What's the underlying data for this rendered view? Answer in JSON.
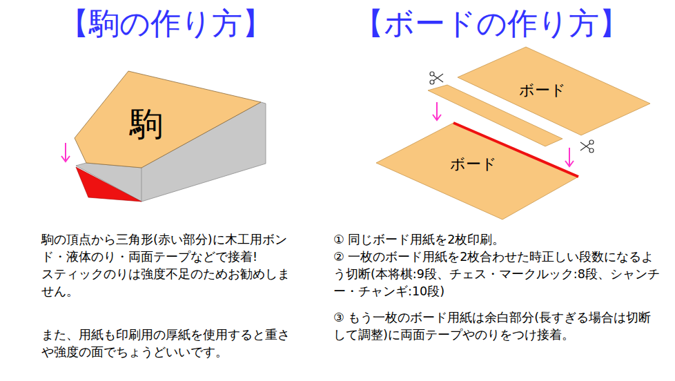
{
  "diagram": {
    "nodes": [
      {
        "text": [
          "駒"
        ]
      },
      {
        "text": [
          "ボード"
        ]
      },
      {
        "text": [
          "ボード"
        ]
      }
    ],
    "labels": [
      "【駒の作り方】",
      "【ボードの作り方】",
      "駒の頂点から三角形(赤い部分)に木工用ボンド・液体のり・両面テープなどで接着!",
      "スティックのりは強度不足のためお勧めしません。",
      "また、用紙も印刷用の厚紙を使用すると重さや強度の面でちょうどいいです。",
      "① 同じボード用紙を2枚印刷。",
      "② 一枚のボード用紙を2枚合わせた時正しい段数になるよう切断(本将棋:9段、チェス・マークルック:8段、シャンチー・チャンギ:10段)",
      "③ もう一枚のボード用紙は余白部分(長すぎる場合は切断して調整)に両面テープやのりをつけ接着。"
    ]
  }
}
